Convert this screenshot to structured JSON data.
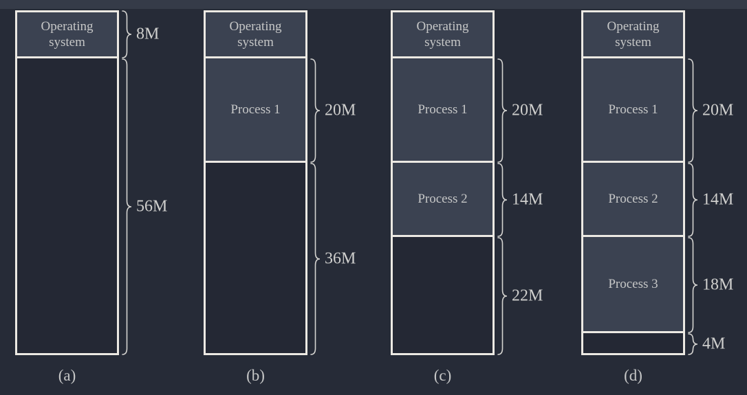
{
  "figure": {
    "description": "memory-partitioning-diagram",
    "colors": {
      "background": "#262b37",
      "top_band": "#353b48",
      "box_fill": "#3b4251",
      "empty_fill": "#242834",
      "border": "#ece9e3",
      "label_text": "#c6c7c7",
      "value_text": "#cfcfcd",
      "brace": "#d5d4d1"
    },
    "columns": [
      {
        "caption": "(a)",
        "segments": [
          {
            "kind": "os",
            "label": "Operating system"
          },
          {
            "kind": "free",
            "label": ""
          }
        ],
        "braces": [
          {
            "value": "8M"
          },
          {
            "value": "56M"
          }
        ]
      },
      {
        "caption": "(b)",
        "segments": [
          {
            "kind": "os",
            "label": "Operating system"
          },
          {
            "kind": "process",
            "label": "Process 1"
          },
          {
            "kind": "free",
            "label": ""
          }
        ],
        "braces": [
          {
            "value": "20M"
          },
          {
            "value": "36M"
          }
        ]
      },
      {
        "caption": "(c)",
        "segments": [
          {
            "kind": "os",
            "label": "Operating system"
          },
          {
            "kind": "process",
            "label": "Process 1"
          },
          {
            "kind": "process",
            "label": "Process 2"
          },
          {
            "kind": "free",
            "label": ""
          }
        ],
        "braces": [
          {
            "value": "20M"
          },
          {
            "value": "14M"
          },
          {
            "value": "22M"
          }
        ]
      },
      {
        "caption": "(d)",
        "segments": [
          {
            "kind": "os",
            "label": "Operating system"
          },
          {
            "kind": "process",
            "label": "Process 1"
          },
          {
            "kind": "process",
            "label": "Process 2"
          },
          {
            "kind": "process",
            "label": "Process 3"
          },
          {
            "kind": "free",
            "label": ""
          }
        ],
        "braces": [
          {
            "value": "20M"
          },
          {
            "value": "14M"
          },
          {
            "value": "18M"
          },
          {
            "value": "4M"
          }
        ]
      }
    ]
  }
}
